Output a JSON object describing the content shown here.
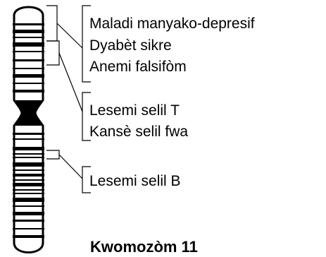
{
  "groups": [
    {
      "labels": [
        "Maladi manyako-depresif",
        "Dyabèt sikre",
        "Anemi falsifòm"
      ]
    },
    {
      "labels": [
        "Lesemi selil T",
        "Kansè selil fwa"
      ]
    },
    {
      "labels": [
        "Lesemi selil B"
      ]
    }
  ],
  "caption": "Kwomozòm 11",
  "colors": {
    "ink": "#000000",
    "background": "#ffffff"
  }
}
